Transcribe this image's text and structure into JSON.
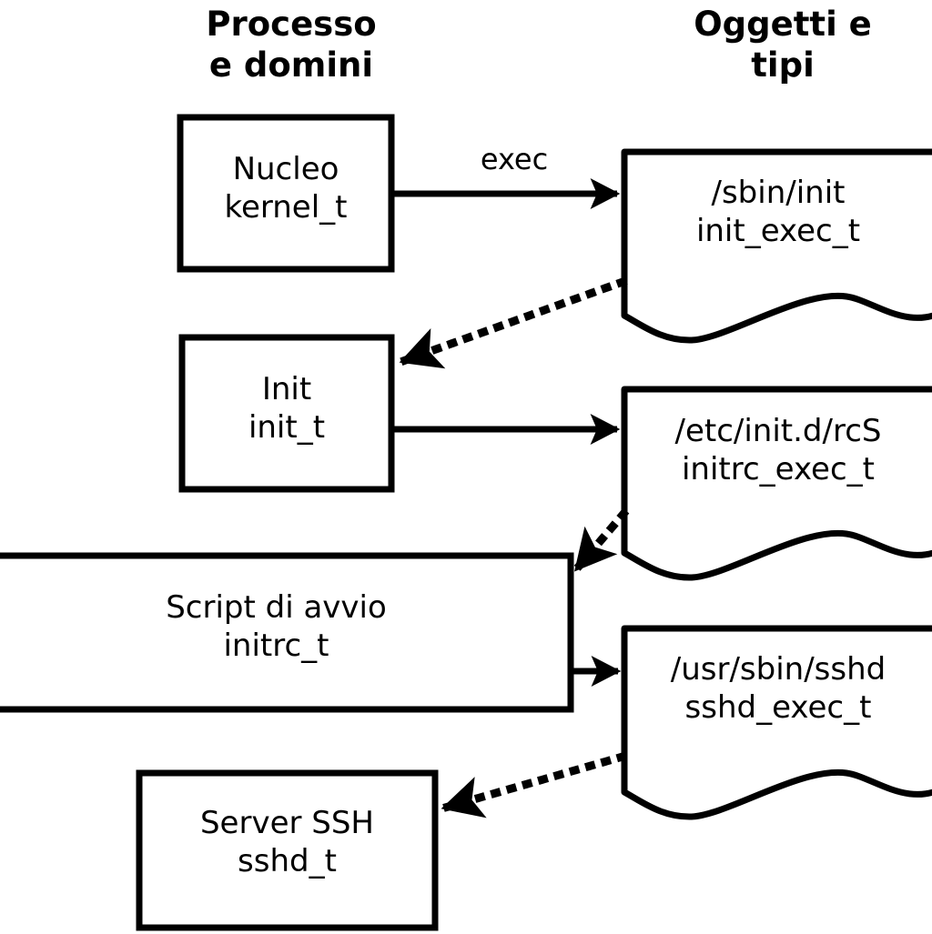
{
  "diagram": {
    "title": "Processo e domini / Oggetti e tipi",
    "columns": {
      "left_heading": "Processo\ne domini",
      "right_heading": "Oggetti e\ntipi"
    },
    "colors": {
      "stroke": "#000000",
      "fill": "#ffffff",
      "text": "#000000"
    },
    "process_nodes": [
      {
        "id": "kernel",
        "line1": "Nucleo",
        "line2": "kernel_t"
      },
      {
        "id": "init",
        "line1": "Init",
        "line2": "init_t"
      },
      {
        "id": "initrc",
        "line1": "Script di avvio",
        "line2": "initrc_t"
      },
      {
        "id": "sshd",
        "line1": "Server SSH",
        "line2": "sshd_t"
      }
    ],
    "object_nodes": [
      {
        "id": "init_exec",
        "line1": "/sbin/init",
        "line2": "init_exec_t"
      },
      {
        "id": "initrc_exec",
        "line1": "/etc/init.d/rcS",
        "line2": "initrc_exec_t"
      },
      {
        "id": "sshd_exec",
        "line1": "/usr/sbin/sshd",
        "line2": "sshd_exec_t"
      }
    ],
    "edges": [
      {
        "id": "kernel-to-init-exec",
        "from": "kernel",
        "to": "init_exec",
        "style": "solid",
        "label": "exec"
      },
      {
        "id": "init-exec-to-init",
        "from": "init_exec",
        "to": "init",
        "style": "dotted",
        "label": ""
      },
      {
        "id": "init-to-initrc-exec",
        "from": "init",
        "to": "initrc_exec",
        "style": "solid",
        "label": ""
      },
      {
        "id": "initrc-exec-to-initrc",
        "from": "initrc_exec",
        "to": "initrc",
        "style": "dotted",
        "label": ""
      },
      {
        "id": "initrc-to-sshd-exec",
        "from": "initrc",
        "to": "sshd_exec",
        "style": "solid",
        "label": ""
      },
      {
        "id": "sshd-exec-to-sshd",
        "from": "sshd_exec",
        "to": "sshd",
        "style": "dotted",
        "label": ""
      }
    ]
  }
}
